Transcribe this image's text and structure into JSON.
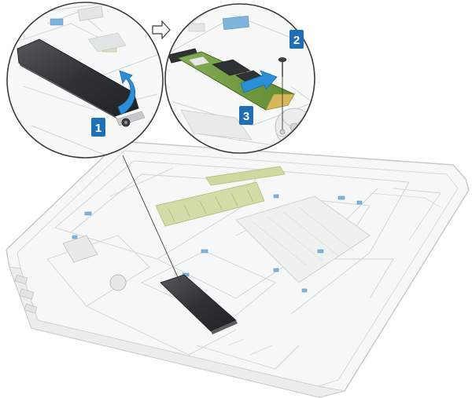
{
  "diagram": {
    "steps": [
      {
        "number": "1",
        "action": "rotate-up-arrow-icon"
      },
      {
        "number": "2",
        "action": "screw-icon"
      },
      {
        "number": "3",
        "action": "slide-out-arrow-icon"
      }
    ],
    "flow_indicator": "next-step-arrow-icon",
    "colors": {
      "step_badge": "#1f6fb5",
      "action_arrow": "#2a8fd8",
      "chassis": "#f6f7f7",
      "chassis_line": "#c9cccd",
      "ssd_shield": "#3a3e40",
      "ssd_board": "#6f9a3c",
      "memory_module": "#cdd9a0"
    }
  }
}
